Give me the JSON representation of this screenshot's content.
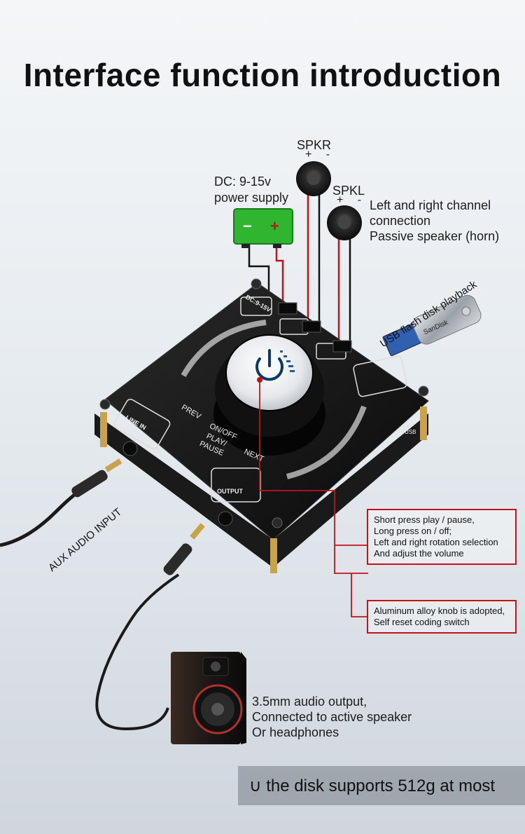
{
  "title": "Interface function introduction",
  "power": {
    "label_line1": "DC: 9-15v",
    "label_line2": "power supply",
    "minus": "−",
    "plus": "+"
  },
  "speaker_right": {
    "label": "SPKR",
    "signs": "+ -"
  },
  "speaker_left": {
    "label": "SPKL",
    "signs": "+ -"
  },
  "channel_note": {
    "line1": "Left and right channel",
    "line2": "connection",
    "line3": "Passive speaker (horn)"
  },
  "usb_label": "USB flash disk playback",
  "usb_brand": "SanDisk",
  "aux_label": "AUX AUDIO INPUT",
  "board_labels": {
    "dc": "DC:9-15V",
    "line_in": "LINE IN",
    "prev": "PREV",
    "onoff": "ON/OFF",
    "play": "PLAY/",
    "pause": "PAUSE",
    "next": "NEXT",
    "output": "OUTPUT",
    "usb": "USB"
  },
  "callout_knob": {
    "line1": "Short press play / pause,",
    "line2": "Long press on / off;",
    "line3": "Left and right rotation selection",
    "line4": "And adjust the volume"
  },
  "callout_material": {
    "line1": "Aluminum alloy knob is adopted,",
    "line2": "Self reset coding switch"
  },
  "output_note": {
    "line1": "3.5mm audio output,",
    "line2": "Connected to active speaker",
    "line3": "Or headphones"
  },
  "footer": "∪ the disk supports 512g at most",
  "colors": {
    "accent_red": "#c0141a",
    "battery_green": "#2fb52f",
    "board_black": "#141414",
    "brass": "#c9a24a"
  }
}
